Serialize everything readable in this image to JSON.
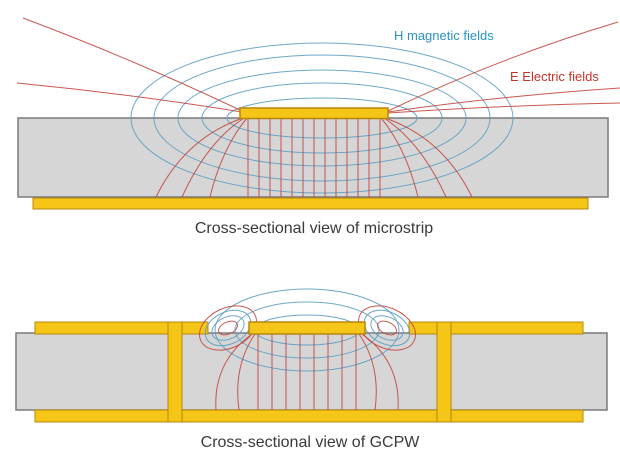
{
  "figure": {
    "background": "#ffffff",
    "labels": {
      "h_field": "H magnetic fields",
      "e_field": "E Electric fields"
    },
    "captions": {
      "microstrip": "Cross-sectional view of microstrip",
      "gcpw": "Cross-sectional view of GCPW"
    },
    "colors": {
      "background": "#ffffff",
      "h_field_line": "#5f9fc2",
      "h_field_label": "#2a93c5",
      "e_field_line": "#c3473f",
      "e_field_label": "#c13528",
      "copper": "#f5c518",
      "copper_border": "#b8860b",
      "substrate": "#d6d6d6",
      "substrate_border": "#7a7a7a",
      "caption_text": "#3a3a3a"
    }
  }
}
